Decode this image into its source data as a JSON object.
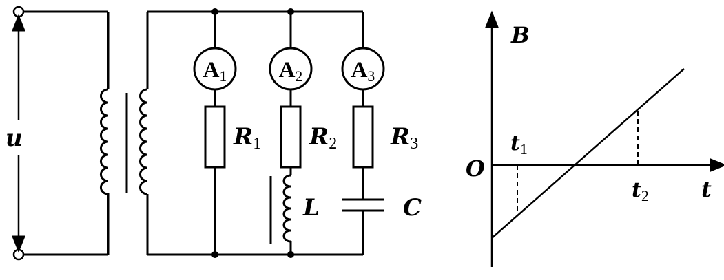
{
  "circuit": {
    "source_label": "u",
    "ammeters": [
      {
        "letter": "A",
        "sub": "1"
      },
      {
        "letter": "A",
        "sub": "2"
      },
      {
        "letter": "A",
        "sub": "3"
      }
    ],
    "resistors": [
      {
        "letter": "R",
        "sub": "1"
      },
      {
        "letter": "R",
        "sub": "2"
      },
      {
        "letter": "R",
        "sub": "3"
      }
    ],
    "inductor_label": "L",
    "capacitor_label": "C"
  },
  "graph": {
    "y_axis_label": "B",
    "x_axis_label": "t",
    "origin_label": "O",
    "t1": {
      "letter": "t",
      "sub": "1"
    },
    "t2": {
      "letter": "t",
      "sub": "2"
    }
  }
}
